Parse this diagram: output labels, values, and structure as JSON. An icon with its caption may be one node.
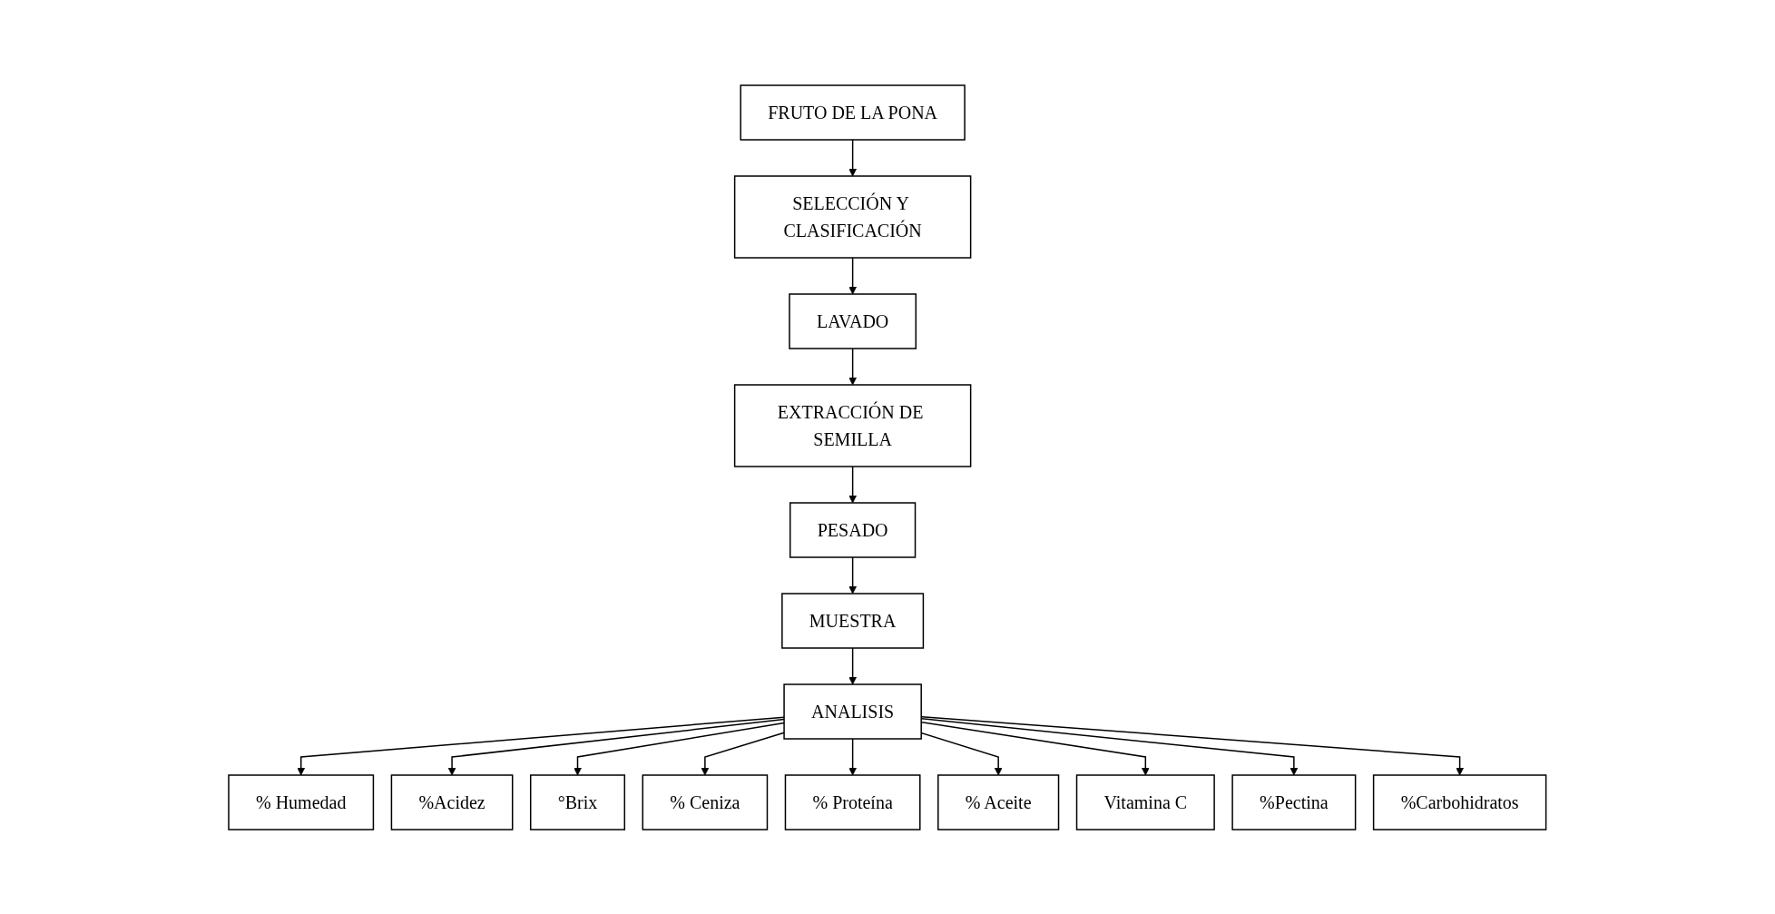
{
  "diagram": {
    "nodes": [
      {
        "text": [
          "FRUTO DE LA PONA"
        ]
      },
      {
        "text": [
          "SELECCIÓN Y CLASIFICACIÓN"
        ]
      },
      {
        "text": [
          "LAVADO"
        ]
      },
      {
        "text": [
          "EXTRACCIÓN DE SEMILLA"
        ]
      },
      {
        "text": [
          "PESADO"
        ]
      },
      {
        "text": [
          "MUESTRA"
        ]
      },
      {
        "text": [
          "ANALISIS"
        ]
      },
      {
        "text": [
          "% Humedad"
        ]
      },
      {
        "text": [
          "%Acidez"
        ]
      },
      {
        "text": [
          "°Brix"
        ]
      },
      {
        "text": [
          "% Ceniza"
        ]
      },
      {
        "text": [
          "% Proteína"
        ]
      },
      {
        "text": [
          "% Aceite"
        ]
      },
      {
        "text": [
          "Vitamina C"
        ]
      },
      {
        "text": [
          "%Pectina"
        ]
      },
      {
        "text": [
          "%Carbohidratos"
        ]
      }
    ],
    "edges": [
      {
        "from": 0,
        "to": 1,
        "arrow": "to"
      },
      {
        "from": 1,
        "to": 2,
        "arrow": "to"
      },
      {
        "from": 2,
        "to": 3,
        "arrow": "to"
      },
      {
        "from": 3,
        "to": 4,
        "arrow": "to"
      },
      {
        "from": 4,
        "to": 5,
        "arrow": "to"
      },
      {
        "from": 5,
        "to": 6,
        "arrow": "to"
      },
      {
        "from": 6,
        "to": 7,
        "arrow": "to"
      },
      {
        "from": 6,
        "to": 8,
        "arrow": "to"
      },
      {
        "from": 6,
        "to": 9,
        "arrow": "to"
      },
      {
        "from": 6,
        "to": 10,
        "arrow": "to"
      },
      {
        "from": 6,
        "to": 11,
        "arrow": "to"
      },
      {
        "from": 6,
        "to": 12,
        "arrow": "to"
      },
      {
        "from": 6,
        "to": 13,
        "arrow": "to"
      },
      {
        "from": 6,
        "to": 14,
        "arrow": "to"
      },
      {
        "from": 6,
        "to": 15,
        "arrow": "to"
      }
    ]
  }
}
